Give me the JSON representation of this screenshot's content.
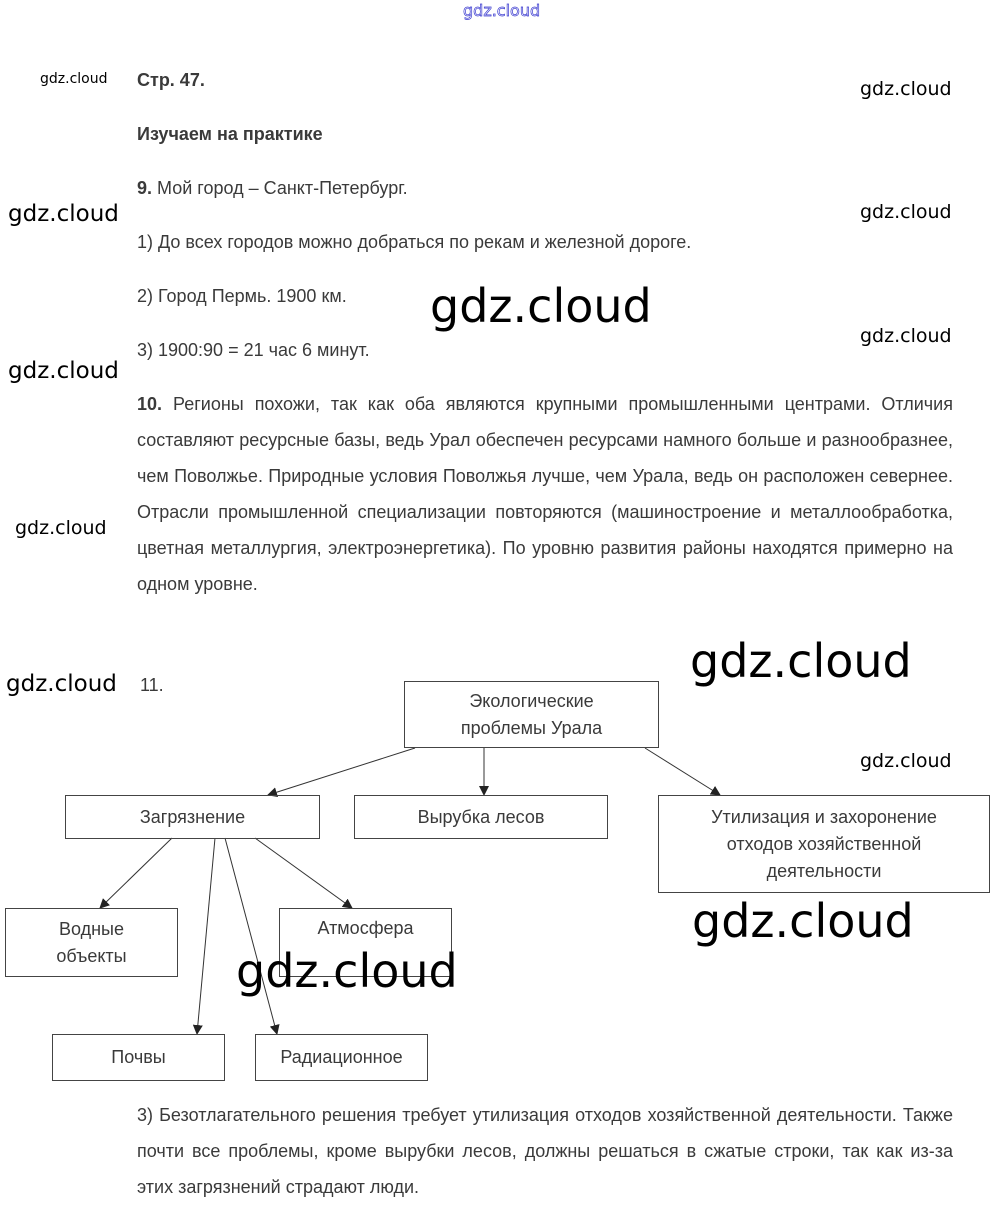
{
  "watermark": "gdz.cloud",
  "header": {
    "page": "Стр. 47.",
    "section": "Изучаем на практике"
  },
  "task9": {
    "number": "9.",
    "title": "Мой город – Санкт-Петербург.",
    "items": [
      "1) До всех городов можно добраться по рекам и железной дороге.",
      "2) Город Пермь. 1900 км.",
      "3) 1900:90 = 21 час 6 минут."
    ]
  },
  "task10": {
    "number": "10.",
    "text": "Регионы похожи, так как оба являются крупными промышленными центрами. Отличия составляют ресурсные базы, ведь Урал обеспечен ресурсами намного больше и разнообразнее, чем Поволжье. Природные условия Поволжья лучше, чем Урала, ведь он расположен севернее. Отрасли промышленной специализации повторяются (машиностроение и металлообработка, цветная металлургия, электроэнергетика). По уровню развития районы находятся примерно на одном уровне."
  },
  "task11": {
    "number": "11.",
    "diagram": {
      "root": "Экологические проблемы Урала",
      "pollution": "Загрязнение",
      "deforestation": "Вырубка лесов",
      "waste": "Утилизация и захоронение отходов хозяйственной деятельности",
      "water": "Водные объекты",
      "atmosphere": "Атмосфера",
      "soil": "Почвы",
      "radiation": "Радиационное"
    },
    "conclusion": "3) Безотлагательного решения требует утилизация отходов хозяйственной деятельности. Также почти все проблемы, кроме вырубки лесов, должны решаться в сжатые строки, так как из-за этих загрязнений страдают люди."
  }
}
